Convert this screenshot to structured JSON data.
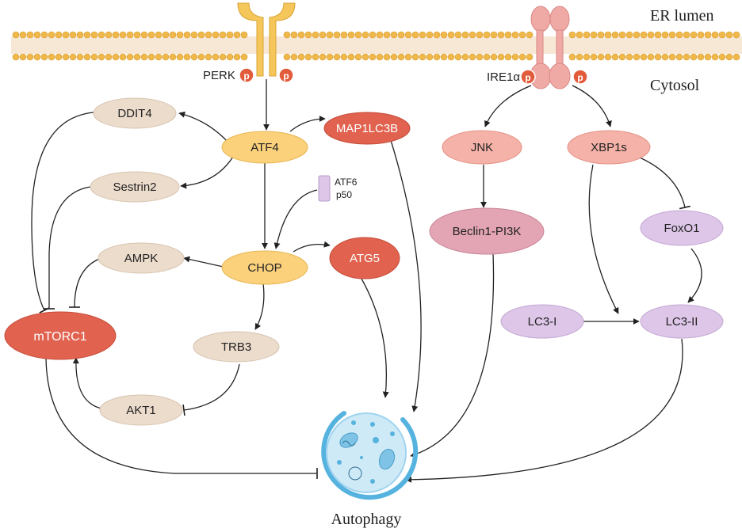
{
  "compartments": {
    "er_lumen": "ER lumen",
    "cytosol": "Cytosol"
  },
  "receptors": {
    "perk": "PERK",
    "ire1a": "IRE1α",
    "phospho": "p"
  },
  "nodes": {
    "ddit4": "DDIT4",
    "atf4": "ATF4",
    "map1lc3b": "MAP1LC3B",
    "sestrin2": "Sestrin2",
    "atf6_line1": "ATF6",
    "atf6_line2": "p50",
    "ampk": "AMPK",
    "chop": "CHOP",
    "atg5": "ATG5",
    "mtorc1": "mTORC1",
    "trb3": "TRB3",
    "akt1": "AKT1",
    "jnk": "JNK",
    "xbp1s": "XBP1s",
    "beclin1_pi3k": "Beclin1-PI3K",
    "foxo1": "FoxO1",
    "lc3_i": "LC3-I",
    "lc3_ii": "LC3-II"
  },
  "outcome": {
    "autophagy": "Autophagy"
  },
  "colors": {
    "tan_fill": "#ecdccc",
    "tan_text": "#222222",
    "yellow_fill": "#fbd17c",
    "red_fill": "#e0624f",
    "pink_fill": "#f5b2a8",
    "rose_fill": "#e3a5b4",
    "lavender_fill": "#ddc6e8",
    "receptor_yellow": "#f5c65a",
    "ire1_pink": "#f0aaa6",
    "phospho_red": "#e25b3b",
    "autophagosome_blue": "#56b3df"
  }
}
